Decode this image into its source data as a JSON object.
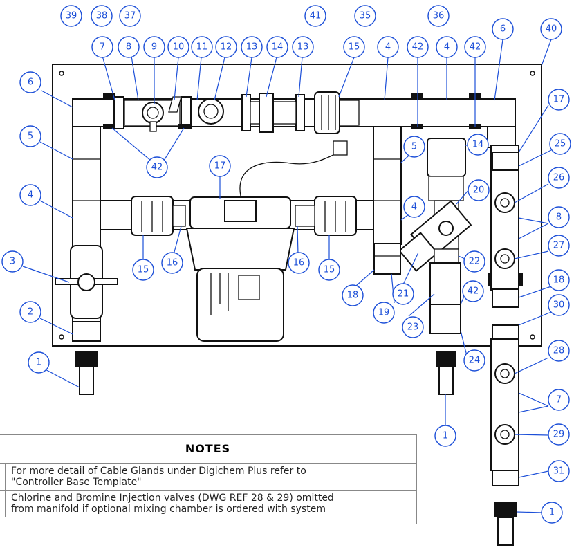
{
  "balloons": [
    {
      "id": "b39",
      "label": "39"
    },
    {
      "id": "b38",
      "label": "38"
    },
    {
      "id": "b37",
      "label": "37"
    },
    {
      "id": "b41",
      "label": "41"
    },
    {
      "id": "b35",
      "label": "35"
    },
    {
      "id": "b36",
      "label": "36"
    },
    {
      "id": "b7a",
      "label": "7"
    },
    {
      "id": "b8a",
      "label": "8"
    },
    {
      "id": "b9",
      "label": "9"
    },
    {
      "id": "b10",
      "label": "10"
    },
    {
      "id": "b11",
      "label": "11"
    },
    {
      "id": "b12",
      "label": "12"
    },
    {
      "id": "b13a",
      "label": "13"
    },
    {
      "id": "b14a",
      "label": "14"
    },
    {
      "id": "b13b",
      "label": "13"
    },
    {
      "id": "b15a",
      "label": "15"
    },
    {
      "id": "b4a",
      "label": "4"
    },
    {
      "id": "b42a",
      "label": "42"
    },
    {
      "id": "b4b",
      "label": "4"
    },
    {
      "id": "b42b",
      "label": "42"
    },
    {
      "id": "b6a",
      "label": "6"
    },
    {
      "id": "b40",
      "label": "40"
    },
    {
      "id": "b6b",
      "label": "6"
    },
    {
      "id": "b17a",
      "label": "17"
    },
    {
      "id": "b5a",
      "label": "5"
    },
    {
      "id": "b5b",
      "label": "5"
    },
    {
      "id": "b14b",
      "label": "14"
    },
    {
      "id": "b25",
      "label": "25"
    },
    {
      "id": "b42c",
      "label": "42"
    },
    {
      "id": "b17b",
      "label": "17"
    },
    {
      "id": "b26",
      "label": "26"
    },
    {
      "id": "b4c",
      "label": "4"
    },
    {
      "id": "b20",
      "label": "20"
    },
    {
      "id": "b4d",
      "label": "4"
    },
    {
      "id": "b8b",
      "label": "8"
    },
    {
      "id": "b27",
      "label": "27"
    },
    {
      "id": "b3",
      "label": "3"
    },
    {
      "id": "b15b",
      "label": "15"
    },
    {
      "id": "b16a",
      "label": "16"
    },
    {
      "id": "b16b",
      "label": "16"
    },
    {
      "id": "b15c",
      "label": "15"
    },
    {
      "id": "b22",
      "label": "22"
    },
    {
      "id": "b18a",
      "label": "18"
    },
    {
      "id": "b21",
      "label": "21"
    },
    {
      "id": "b42d",
      "label": "42"
    },
    {
      "id": "b18b",
      "label": "18"
    },
    {
      "id": "b2",
      "label": "2"
    },
    {
      "id": "b19",
      "label": "19"
    },
    {
      "id": "b23",
      "label": "23"
    },
    {
      "id": "b30",
      "label": "30"
    },
    {
      "id": "b24",
      "label": "24"
    },
    {
      "id": "b1a",
      "label": "1"
    },
    {
      "id": "b28",
      "label": "28"
    },
    {
      "id": "b7b",
      "label": "7"
    },
    {
      "id": "b1b",
      "label": "1"
    },
    {
      "id": "b29",
      "label": "29"
    },
    {
      "id": "b31",
      "label": "31"
    },
    {
      "id": "b1c",
      "label": "1"
    }
  ],
  "notes": {
    "title": "NOTES",
    "items": [
      {
        "text": "For more detail of Cable Glands under Digichem Plus refer to\n\"Controller Base Template\""
      },
      {
        "text": "Chlorine and Bromine Injection valves (DWG REF 28 & 29) omitted\nfrom manifold if optional mixing chamber is ordered with system"
      }
    ]
  },
  "colors": {
    "balloon": "#1c4fd8",
    "line": "#111111",
    "border": "#888888"
  }
}
